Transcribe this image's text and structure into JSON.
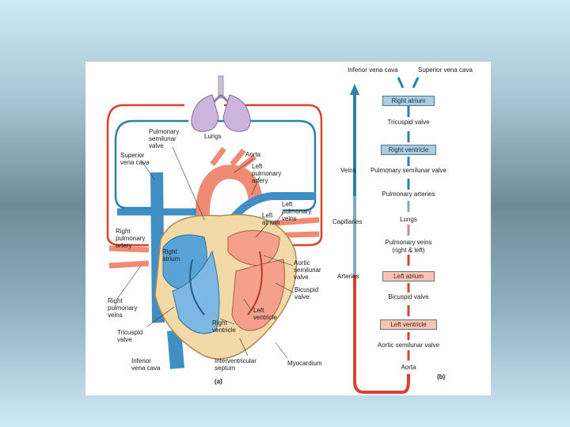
{
  "labels_a": {
    "lungs": "Lungs",
    "pulmonary_semilunar_valve": "Pulmonary\nsemilunar\nvalve",
    "superior_vena_cava": "Superior\nvena cava",
    "aorta": "Aorta",
    "left_pulmonary_artery": "Left\npulmonary\nartery",
    "left_pulmonary_veins": "Left\npulmonary\nveins",
    "left_atrium": "Left\natrium",
    "right_pulmonary_artery": "Right\npulmonary\nartery",
    "right_atrium": "Right\natrium",
    "aortic_semilunar_valve": "Aortic\nsemilunar\nvalve",
    "bicuspid_valve": "Bicuspid\nvalve",
    "right_pulmonary_veins": "Right\npulmonary\nveins",
    "left_ventricle": "Left\nventricle",
    "right_ventricle": "Right\nventricle",
    "tricuspid_valve": "Tricuspid\nvalve",
    "inferior_vena_cava": "Inferior\nvena cava",
    "interventricular_septum": "Interventricular\nseptum",
    "myocardium": "Myocardium",
    "panel": "(a)"
  },
  "flow_b": {
    "inferior_vena_cava": "Inferior vena cava",
    "superior_vena_cava": "Superior vena cava",
    "steps": [
      {
        "text": "Right atrium",
        "style": "box-blue"
      },
      {
        "text": "Tricuspid valve",
        "style": "text"
      },
      {
        "text": "Right ventricle",
        "style": "box-blue"
      },
      {
        "text": "Pulmonary semilunar valve",
        "style": "text"
      },
      {
        "text": "Pulmonary arteries",
        "style": "text"
      },
      {
        "text": "Lungs",
        "style": "text"
      },
      {
        "text": "Pulmonary veins\n(right & left)",
        "style": "text"
      },
      {
        "text": "Left atrium",
        "style": "box-red"
      },
      {
        "text": "Bicuspid valve",
        "style": "text"
      },
      {
        "text": "Left ventricle",
        "style": "box-red"
      },
      {
        "text": "Aortic semilunar valve",
        "style": "text"
      },
      {
        "text": "Aorta",
        "style": "text"
      }
    ],
    "veins": "Veins",
    "capillaries": "Capillaries",
    "arteries": "Arteries",
    "panel": "(b)"
  },
  "colors": {
    "oxygen_poor": "#2f7fa8",
    "oxygen_rich": "#d8432f",
    "box_blue": "#a9cde3",
    "box_red": "#f6c5b4"
  }
}
